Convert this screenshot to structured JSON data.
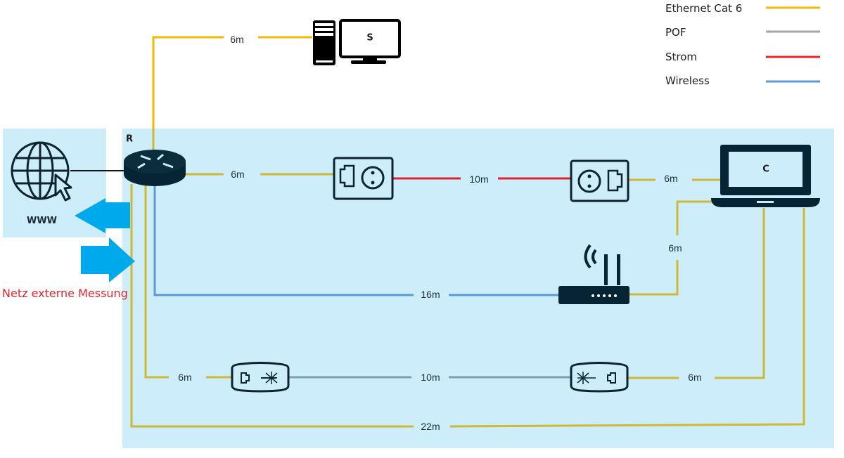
{
  "legend": [
    {
      "label": "Ethernet Cat 6",
      "color": "#f5b800"
    },
    {
      "label": "POF",
      "color": "#a6a6a6"
    },
    {
      "label": "Strom",
      "color": "#e8242b"
    },
    {
      "label": "Wireless",
      "color": "#5b9bd5"
    }
  ],
  "colors": {
    "zone": "#cdedfb",
    "ethernet_in_zone": "#cdb934",
    "ethernet": "#f5b800",
    "pof": "#7f9fb0",
    "strom": "#d9262e",
    "wireless": "#5b9bd5",
    "device": "#062433",
    "arrow": "#00a8ec",
    "measure_text": "#e8242b"
  },
  "nodes": {
    "router": "R",
    "server": "S",
    "client": "C",
    "internet": "WWW"
  },
  "annotation": "Netz externe Messung",
  "distances": {
    "router_to_server": "6m",
    "router_to_powerline": "6m",
    "powerline_link": "10m",
    "powerline_to_client": "6m",
    "wifi_to_client": "6m",
    "router_to_wifi": "16m",
    "router_to_pof": "6m",
    "pof_link": "10m",
    "pof_to_client": "6m",
    "direct_cable": "22m"
  }
}
